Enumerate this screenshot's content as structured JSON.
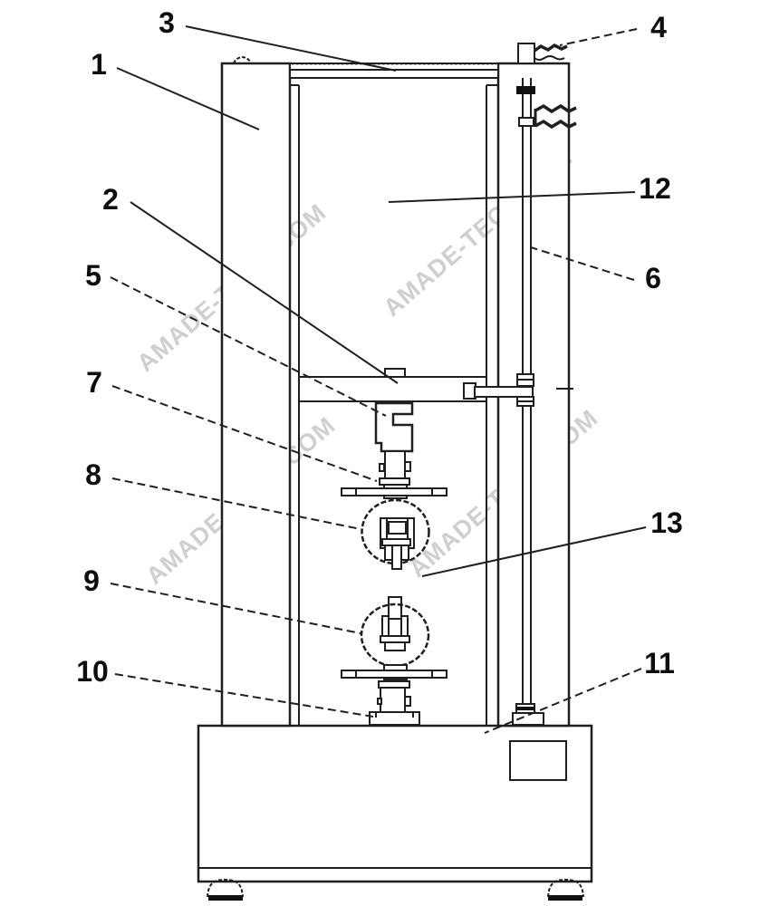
{
  "diagram": {
    "background": "#ffffff",
    "line_color": "#1f1f1f",
    "watermark": {
      "text": "AMADE-TECH.COM",
      "color": "#c4c4c4"
    },
    "labels": [
      {
        "text": "1"
      },
      {
        "text": "2"
      },
      {
        "text": "3"
      },
      {
        "text": "4"
      },
      {
        "text": "5"
      },
      {
        "text": "6"
      },
      {
        "text": "7"
      },
      {
        "text": "8"
      },
      {
        "text": "9"
      },
      {
        "text": "10"
      },
      {
        "text": "11"
      },
      {
        "text": "12"
      },
      {
        "text": "13"
      }
    ]
  }
}
